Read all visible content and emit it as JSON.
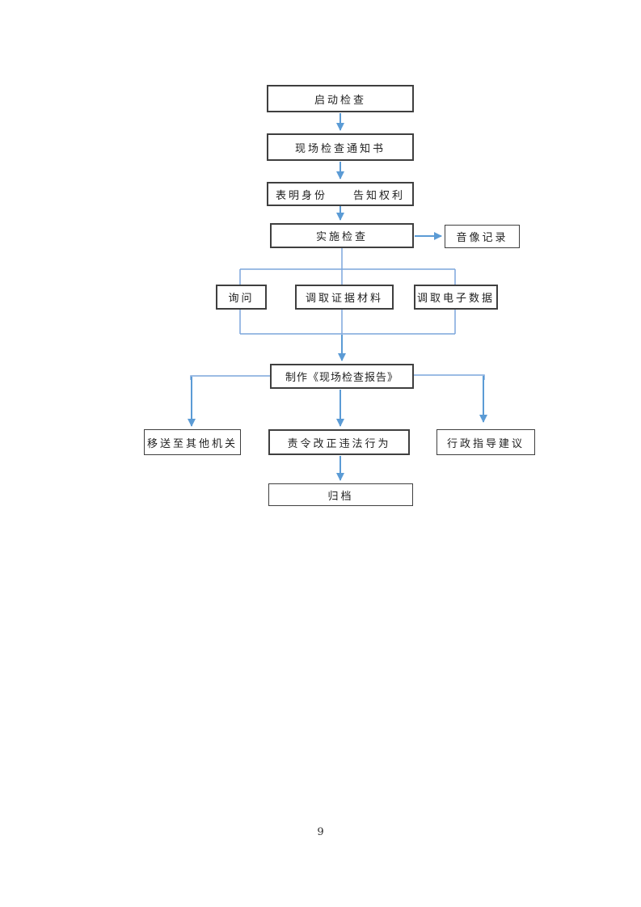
{
  "page": {
    "number": "9"
  },
  "colors": {
    "box_border": "#3f3f3f",
    "arrow_blue": "#5b9bd5",
    "line_blue": "#7ca6dc",
    "text": "#1f1f1f",
    "background": "#ffffff"
  },
  "flowchart": {
    "nodes": {
      "start": {
        "label": "启动检查"
      },
      "notice": {
        "label": "现场检查通知书"
      },
      "identity": {
        "label_left": "表明身份",
        "label_right": "告知权利"
      },
      "implement": {
        "label": "实施检查"
      },
      "recording": {
        "label": "音像记录"
      },
      "inquiry": {
        "label": "询问"
      },
      "evidence": {
        "label": "调取证据材料"
      },
      "electronic": {
        "label": "调取电子数据"
      },
      "report": {
        "label": "制作《现场检查报告》"
      },
      "transfer": {
        "label": "移送至其他机关"
      },
      "order": {
        "label": "责令改正违法行为"
      },
      "guidance": {
        "label": "行政指导建议"
      },
      "archive": {
        "label": "归档"
      }
    }
  }
}
